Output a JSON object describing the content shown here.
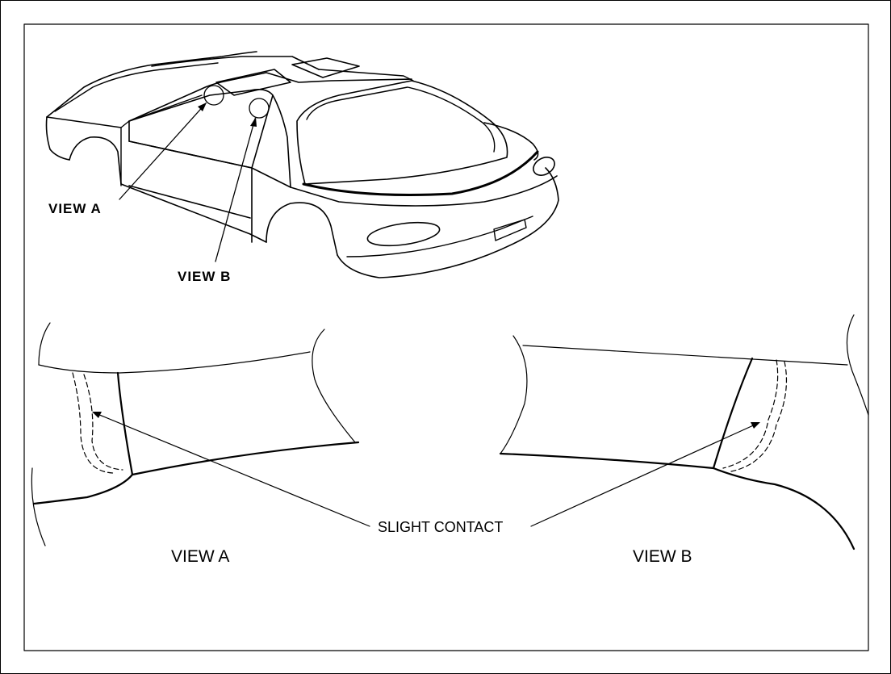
{
  "diagram": {
    "labels": {
      "car_view_a": "VIEW A",
      "car_view_b": "VIEW B",
      "slight_contact": "SLIGHT CONTACT",
      "detail_view_a": "VIEW A",
      "detail_view_b": "VIEW B"
    },
    "colors": {
      "ink": "#000000",
      "background": "#ffffff"
    }
  }
}
